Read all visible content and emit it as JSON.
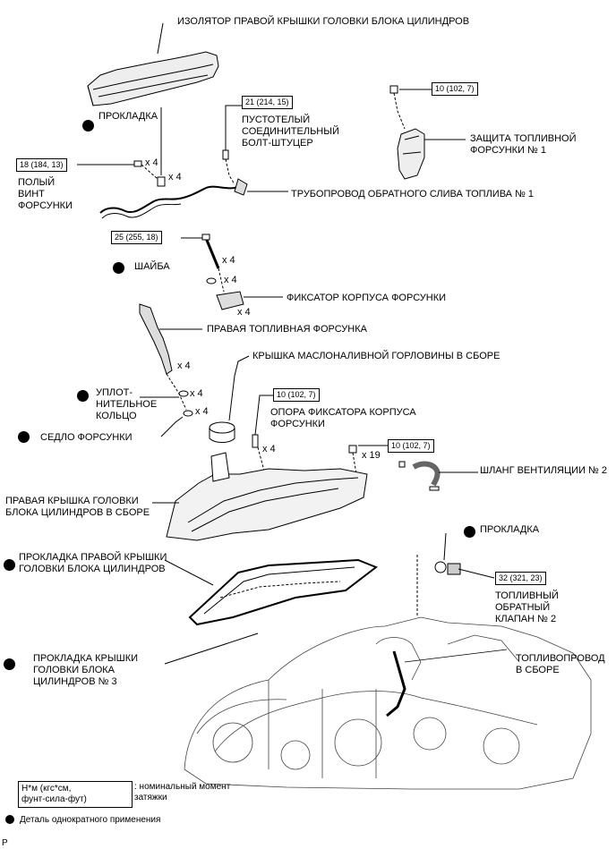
{
  "labels": {
    "insulator": "ИЗОЛЯТОР ПРАВОЙ КРЫШКИ ГОЛОВКИ БЛОКА ЦИЛИНДРОВ",
    "gasket_top": "ПРОКЛАДКА",
    "hollow_bolt": "ПУСТОТЕЛЫЙ\nСОЕДИНИТЕЛЬНЫЙ\nБОЛТ-ШТУЦЕР",
    "injector_guard": "ЗАЩИТА ТОПЛИВНОЙ\nФОРСУНКИ № 1",
    "hollow_screw": "ПОЛЫЙ\nВИНТ\nФОРСУНКИ",
    "leak_pipe": "ТРУБОПРОВОД ОБРАТНОГО СЛИВА ТОПЛИВА № 1",
    "washer": "ШАЙБА",
    "clamp": "ФИКСАТОР КОРПУСА ФОРСУНКИ",
    "injector": "ПРАВАЯ ТОПЛИВНАЯ ФОРСУНКА",
    "oil_cap": "КРЫШКА МАСЛОНАЛИВНОЙ ГОРЛОВИНЫ В СБОРЕ",
    "oring": "УПЛОТ-\nНИТЕЛЬНОЕ\nКОЛЬЦО",
    "clamp_support": "ОПОРА ФИКСАТОРА КОРПУСА\nФОРСУНКИ",
    "seat": "СЕДЛО ФОРСУНКИ",
    "vent_hose": "ШЛАНГ ВЕНТИЛЯЦИИ № 2",
    "cover_assy": "ПРАВАЯ КРЫШКА ГОЛОВКИ\nБЛОКА ЦИЛИНДРОВ В СБОРЕ",
    "gasket_right": "ПРОКЛАДКА",
    "cover_gasket": "ПРОКЛАДКА ПРАВОЙ КРЫШКИ\nГОЛОВКИ БЛОКА ЦИЛИНДРОВ",
    "check_valve": "ТОПЛИВНЫЙ\nОБРАТНЫЙ\nКЛАПАН № 2",
    "gasket_no3": "ПРОКЛАДКА КРЫШКИ\nГОЛОВКИ БЛОКА\nЦИЛИНДРОВ № 3",
    "fuel_pipe": "ТОПЛИВОПРОВОД\nВ СБОРЕ"
  },
  "torques": {
    "t_hollow_bolt": "21 (214, 15)",
    "t_guard": "10 (102, 7)",
    "t_screw": "18 (184, 13)",
    "t_clamp_bolt": "25 (255, 18)",
    "t_support": "10 (102, 7)",
    "t_cover": "10 (102, 7)",
    "t_valve": "32 (321, 23)"
  },
  "multipliers": {
    "m_screw1": "x 4",
    "m_screw2": "x 4",
    "m_bolt": "x 4",
    "m_washer": "x 4",
    "m_clamp": "x 4",
    "m_injector": "x 4",
    "m_oring": "x 4",
    "m_seat": "x 4",
    "m_support": "x 4",
    "m_cover": "x 19"
  },
  "legend": {
    "unit": "Н*м (кгс*см,\nфунт-сила-фут)",
    "unit_desc": ": номинальный момент\nзатяжки",
    "single_use": "Деталь однократного применения"
  },
  "footer_code": "P"
}
